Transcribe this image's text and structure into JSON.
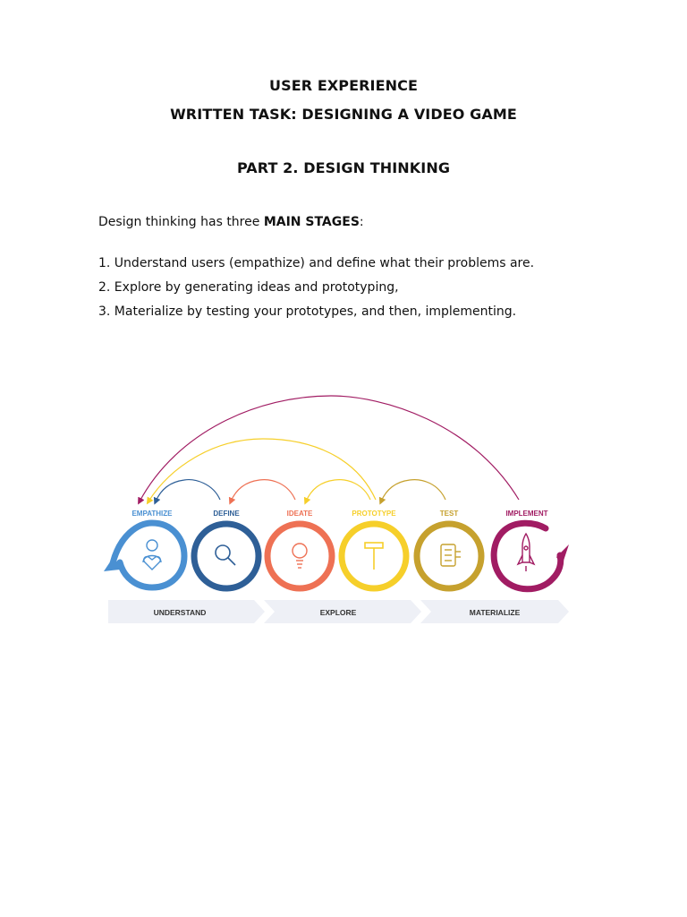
{
  "header": {
    "line1": "USER EXPERIENCE",
    "line2": "WRITTEN TASK: DESIGNING A VIDEO GAME",
    "section": "PART 2. DESIGN THINKING"
  },
  "intro": {
    "text_before": "Design thinking has three ",
    "bold": "MAIN STAGES",
    "text_after": ":"
  },
  "list": [
    "1. Understand users (empathize) and define what their problems are.",
    "2. Explore by generating ideas and prototyping,",
    "3. Materialize by testing your prototypes, and then, implementing."
  ],
  "diagram": {
    "steps": [
      {
        "label": "EMPATHIZE",
        "color": "#4A90D2",
        "icon": "heart-person-icon"
      },
      {
        "label": "DEFINE",
        "color": "#2E5F97",
        "icon": "magnifier-icon"
      },
      {
        "label": "IDEATE",
        "color": "#EE7154",
        "icon": "lightbulb-icon"
      },
      {
        "label": "PROTOTYPE",
        "color": "#F6CF2A",
        "icon": "hammer-icon"
      },
      {
        "label": "TEST",
        "color": "#C6A12E",
        "icon": "checklist-icon"
      },
      {
        "label": "IMPLEMENT",
        "color": "#A11C63",
        "icon": "rocket-icon"
      }
    ],
    "stages": [
      "UNDERSTAND",
      "EXPLORE",
      "MATERIALIZE"
    ],
    "stage_color": "#EEF0F6"
  }
}
